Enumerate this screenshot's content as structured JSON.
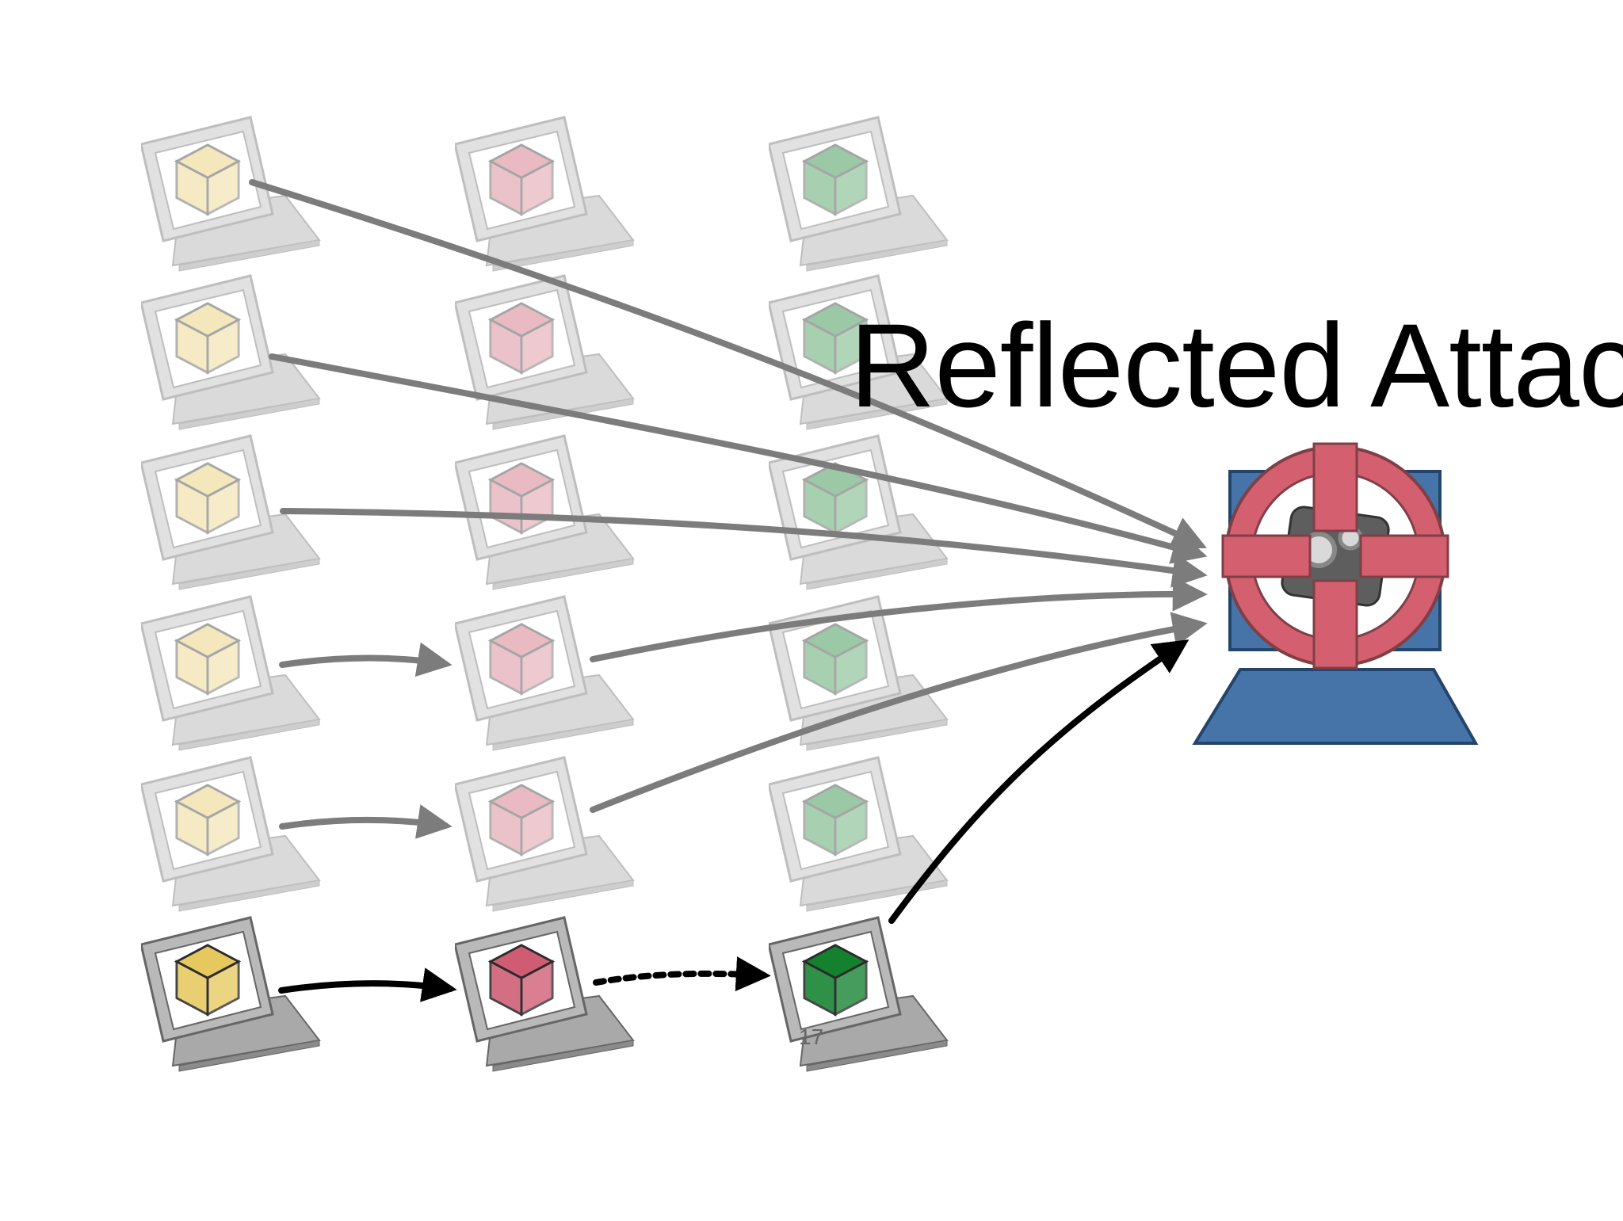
{
  "slide": {
    "title": "Reflected Attack",
    "page_number": "17"
  },
  "colors": {
    "background": "#ffffff",
    "cube_yellow": "#e6c85f",
    "cube_red": "#cf5c73",
    "cube_green": "#13812e",
    "target_blue": "#4674a8",
    "target_red": "#d45f6f",
    "arrow_gray": "#7c7c7c",
    "arrow_black": "#000000"
  },
  "diagram": {
    "columns": [
      {
        "name": "yellow",
        "hosts": 6
      },
      {
        "name": "red",
        "hosts": 6
      },
      {
        "name": "green",
        "hosts": 6
      }
    ],
    "highlighted_row": 6,
    "target": "victim-server"
  }
}
